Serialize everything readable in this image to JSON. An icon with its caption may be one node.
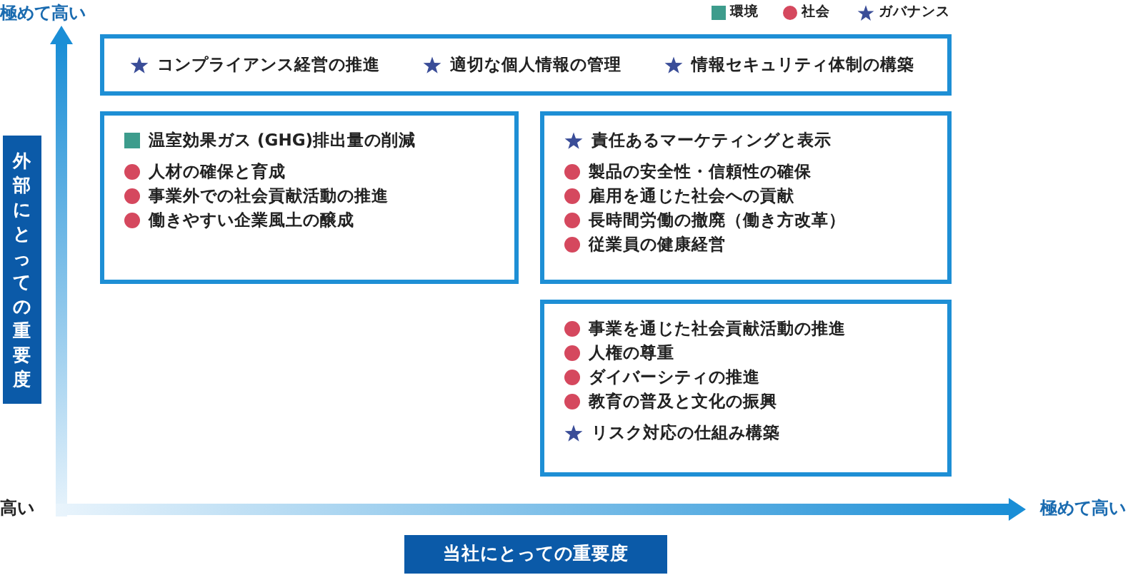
{
  "diagram": {
    "nodes": [
      {
        "text": [
          "コンプライアンス経営の推進",
          "適切な個人情報の管理",
          "情報セキュリティ体制の構築"
        ]
      },
      {
        "text": [
          "温室効果ガス (GHG)排出量の削減",
          "人材の確保と育成",
          "事業外での社会貢献活動の推進",
          "働きやすい企業風土の醸成"
        ]
      },
      {
        "text": [
          "責任あるマーケティングと表示",
          "製品の安全性・信頼性の確保",
          "雇用を通じた社会への貢献",
          "長時間労働の撤廃（働き方改革）",
          "従業員の健康経営"
        ]
      },
      {
        "text": [
          "事業を通じた社会貢献活動の推進",
          "人権の尊重",
          "ダイバーシティの推進",
          "教育の普及と文化の振興",
          "リスク対応の仕組み構築"
        ]
      },
      {
        "text": [
          "外部にとっての重要度"
        ]
      },
      {
        "text": [
          "当社にとっての重要度"
        ]
      }
    ],
    "labels": [
      "極めて高い",
      "高い",
      "極めて高い"
    ],
    "legend": [
      {
        "text": "環境",
        "color": "#3d9c8c"
      },
      {
        "text": "社会",
        "color": "#d5485e"
      },
      {
        "text": "ガバナンス"
      }
    ]
  }
}
